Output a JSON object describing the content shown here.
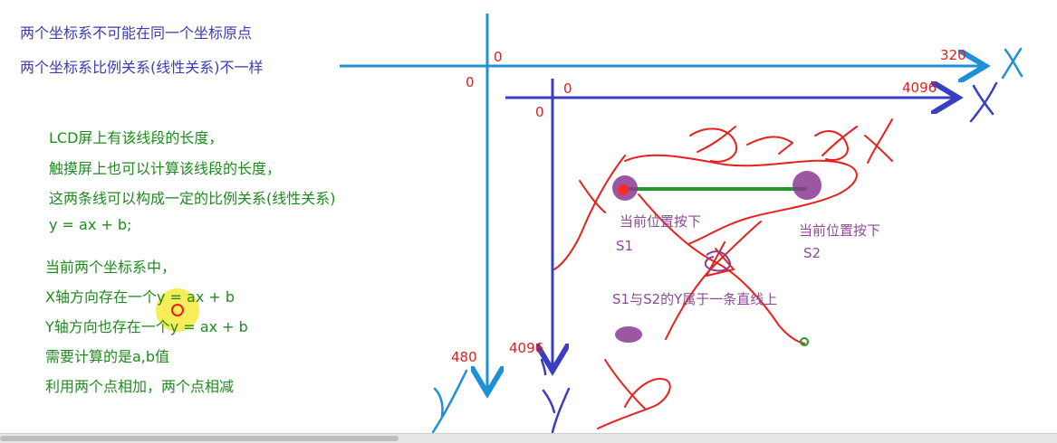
{
  "notes_top": {
    "line1": "两个坐标系不可能在同一个坐标原点",
    "line2": "两个坐标系比例关系(线性关系)不一样"
  },
  "notes_green_block1": {
    "line1": "LCD屏上有该线段的长度，",
    "line2": "触摸屏上也可以计算该线段的长度，",
    "line3": "这两条线可以构成一定的比例关系(线性关系)",
    "line4": "y = ax + b;"
  },
  "notes_green_block2": {
    "line1": "当前两个坐标系中，",
    "line2": "X轴方向存在一个y = ax + b",
    "line3": "Y轴方向也存在一个y = ax + b",
    "line4": "需要计算的是a,b值",
    "line5": "利用两个点相加，两个点相减"
  },
  "lcd_axes": {
    "origin_x_label": "0",
    "origin_y_label": "0",
    "x_max_label": "320",
    "y_max_label": "480",
    "x_axis_handwritten": "X",
    "y_axis_handwritten": "Y"
  },
  "touch_axes": {
    "origin_x_label": "0",
    "origin_y_label": "0",
    "x_max_label": "4096",
    "y_max_label": "4096",
    "x_axis_handwritten": "X",
    "y_axis_handwritten": "Y"
  },
  "points": {
    "s1_caption": "当前位置按下",
    "s1_label": "S1",
    "s2_caption": "当前位置按下",
    "s2_label": "S2",
    "relation_note": "S1与S2的Y属于一条直线上"
  },
  "colors": {
    "lcd_axis": "#1e90d6",
    "touch_axis": "#3a3fc0",
    "annotation_red": "#e8201e",
    "segment_green": "#1f9a2a",
    "point_purple": "#8a3a92",
    "note_blue": "#3b3bb5",
    "note_green": "#1f8a1f"
  }
}
